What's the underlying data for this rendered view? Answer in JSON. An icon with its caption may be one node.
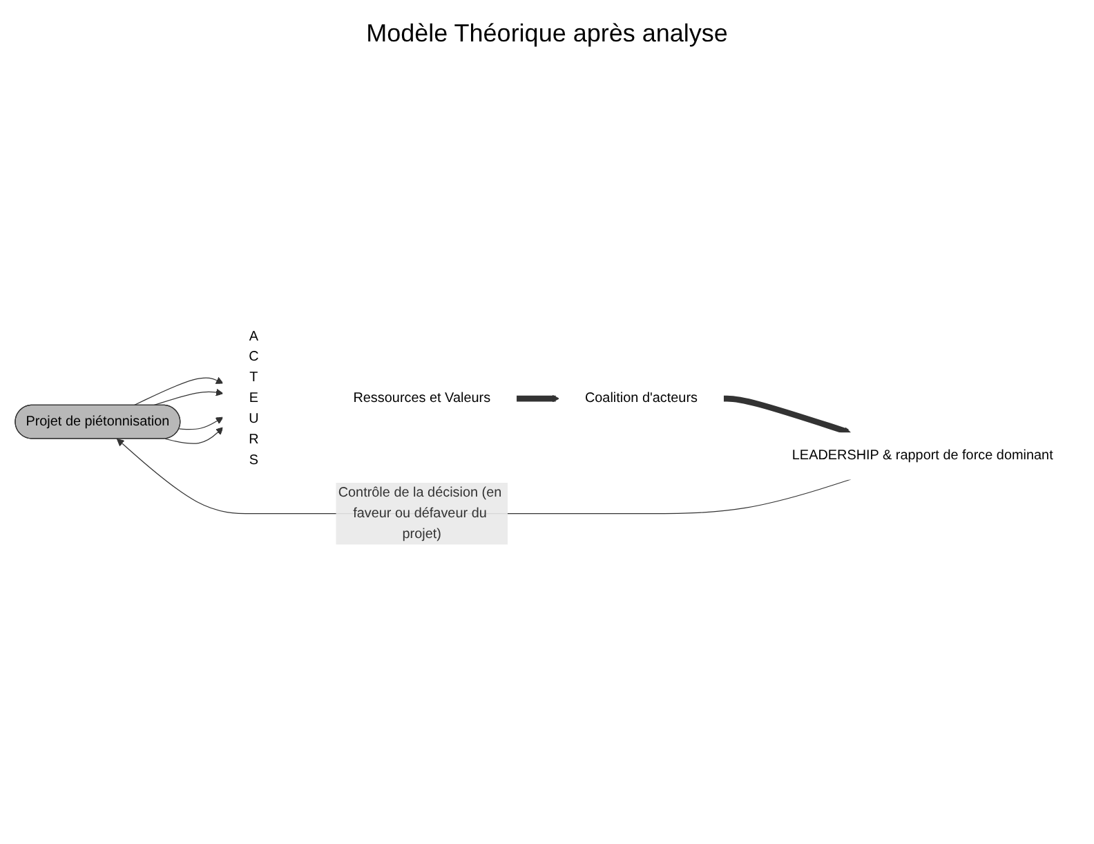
{
  "diagram": {
    "title": "Modèle Théorique après analyse",
    "nodes": [
      {
        "text": [
          "Projet de piétonnisation"
        ]
      },
      {
        "text": [
          "A C T E U R S"
        ]
      },
      {
        "text": [
          "Ressources et Valeurs"
        ]
      },
      {
        "text": [
          "Coalition d'acteurs"
        ]
      },
      {
        "text": [
          "LEADERSHIP & rapport de force dominant"
        ]
      }
    ],
    "edges": [
      {
        "from": 0,
        "to": 1,
        "arrow": "to"
      },
      {
        "from": 0,
        "to": 1,
        "arrow": "to"
      },
      {
        "from": 0,
        "to": 1,
        "arrow": "to"
      },
      {
        "from": 0,
        "to": 1,
        "arrow": "to"
      },
      {
        "from": 2,
        "to": 3,
        "arrow": "to",
        "style": "thick"
      },
      {
        "from": 3,
        "to": 4,
        "arrow": "to",
        "style": "thick"
      },
      {
        "from": 4,
        "to": 0,
        "arrow": "to",
        "label": "Contrôle de la décision (en faveur ou défaveur du projet)"
      }
    ]
  }
}
